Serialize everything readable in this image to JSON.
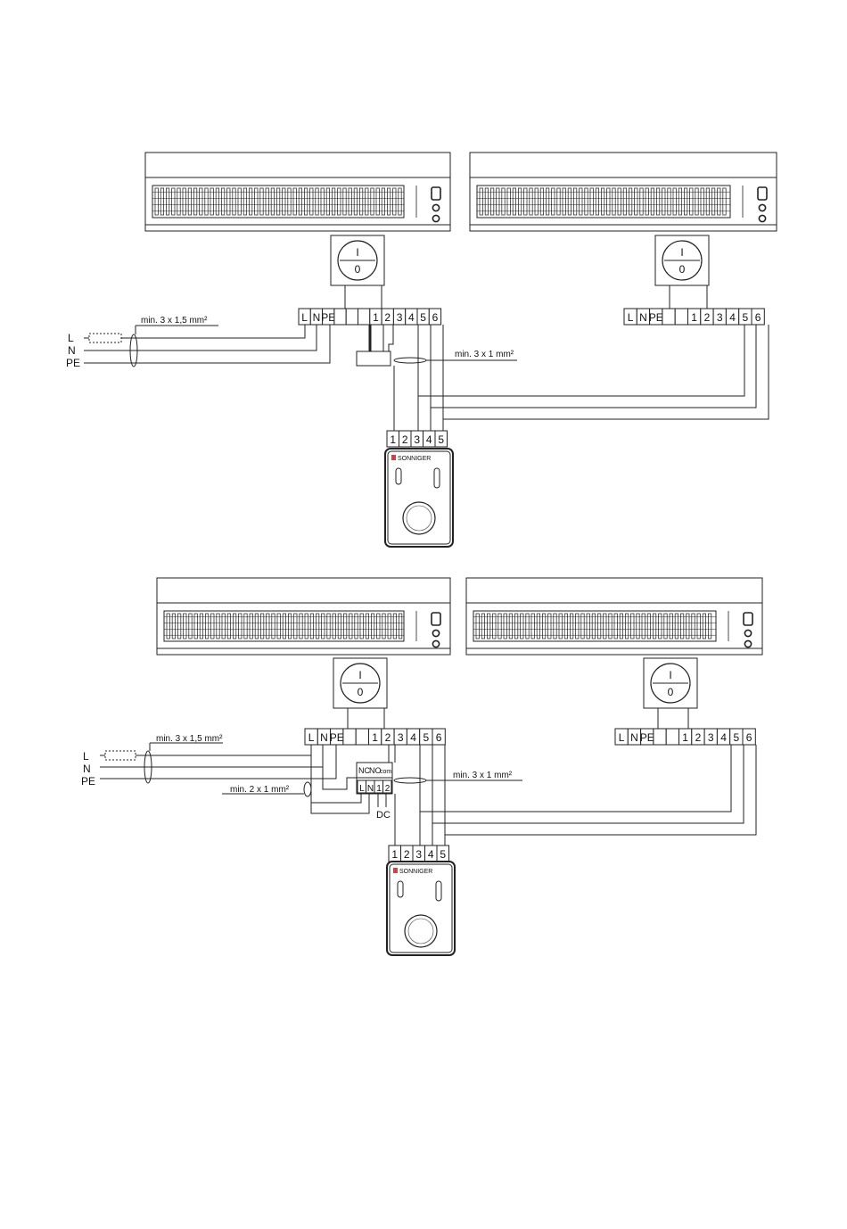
{
  "diagram_top": {
    "switch": {
      "on": "I",
      "off": "0"
    },
    "terminals_left": [
      "L",
      "N",
      "PE",
      "",
      "",
      "",
      "1",
      "2",
      "3",
      "4",
      "5",
      "6"
    ],
    "terminals_right": [
      "L",
      "N",
      "PE",
      "",
      "",
      "1",
      "2",
      "3",
      "4",
      "5",
      "6"
    ],
    "mains_labels": [
      "L",
      "N",
      "PE"
    ],
    "mains_cable": "min. 3 x 1,5 mm²",
    "control_cable": "min. 3 x 1 mm²",
    "thermostat_terminals": [
      "1",
      "2",
      "3",
      "4",
      "5"
    ],
    "thermostat_brand": "SONNIGER"
  },
  "diagram_bottom": {
    "switch": {
      "on": "I",
      "off": "0"
    },
    "terminals_left": [
      "L",
      "N",
      "PE",
      "",
      "",
      "1",
      "2",
      "3",
      "4",
      "5",
      "6"
    ],
    "terminals_right": [
      "L",
      "N",
      "PE",
      "",
      "",
      "1",
      "2",
      "3",
      "4",
      "5",
      "6"
    ],
    "mains_labels": [
      "L",
      "N",
      "PE"
    ],
    "mains_cable": "min. 3 x 1,5 mm²",
    "control_cable": "min. 3 x 1 mm²",
    "dc_cable": "min. 2 x 1 mm²",
    "relay_top": [
      "NC",
      "NO",
      "com"
    ],
    "relay_bottom": [
      "L",
      "N",
      "1",
      "2"
    ],
    "relay_label": "DC",
    "thermostat_terminals": [
      "1",
      "2",
      "3",
      "4",
      "5"
    ],
    "thermostat_brand": "SONNIGER"
  }
}
